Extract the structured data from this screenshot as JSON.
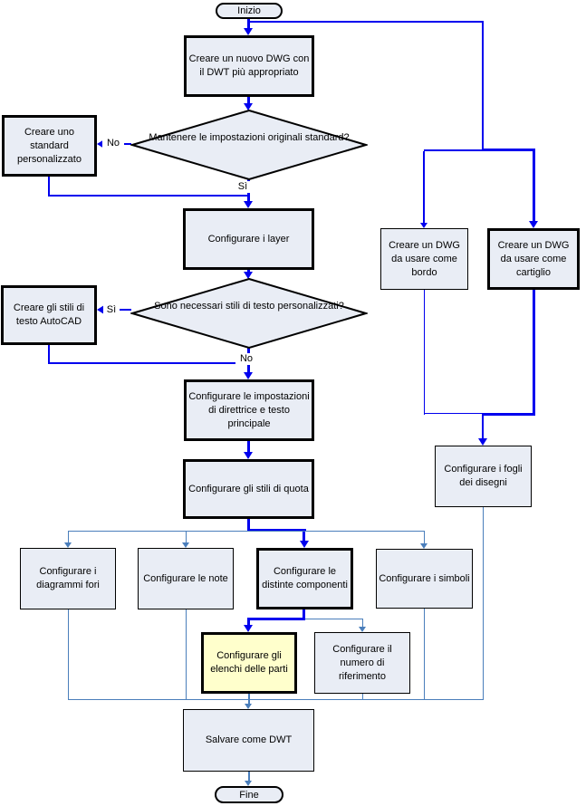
{
  "colors": {
    "main_flow": "#0000ee",
    "secondary_flow": "#4a7ebb",
    "node_fill": "#e9edf5",
    "highlight_fill": "#ffffcc",
    "border": "#000000"
  },
  "nodes": {
    "start": "Inizio",
    "create_dwg": "Creare un nuovo DWG con il DWT più appropriato",
    "keep_standard_q": "Mantenere le impostazioni originali standard?",
    "create_standard": "Creare uno standard personalizzato",
    "configure_layers": "Configurare i layer",
    "text_styles_q": "Sono necessari stili di testo personalizzati?",
    "create_text_styles": "Creare gli stili di testo AutoCAD",
    "configure_leader_text": "Configurare le impostazioni di direttrice e testo principale",
    "configure_dim_styles": "Configurare gli stili di quota",
    "dwg_border": "Creare un DWG da usare come bordo",
    "dwg_titleblock": "Creare un DWG da usare come cartiglio",
    "configure_sheets": "Configurare i fogli dei disegni",
    "configure_hole_charts": "Configurare i diagrammi fori",
    "configure_notes": "Configurare le note",
    "configure_bom": "Configurare le distinte componenti",
    "configure_symbols": "Configurare i simboli",
    "configure_parts_lists": "Configurare gli elenchi delle parti",
    "configure_balloons": "Configurare il numero di riferimento",
    "save_dwt": "Salvare come DWT",
    "end": "Fine"
  },
  "edge_labels": {
    "decision1_no": "No",
    "decision1_yes": "Sì",
    "decision2_yes": "Sì",
    "decision2_no": "No"
  }
}
